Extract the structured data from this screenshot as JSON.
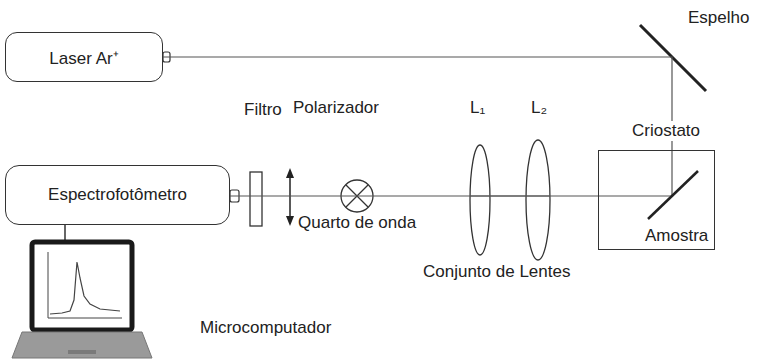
{
  "diagram": {
    "nodes": [
      {
        "text": [
          "Laser Ar⁺"
        ]
      },
      {
        "text": [
          "Espectrofotômetro"
        ]
      },
      {
        "text": [
          "Criostato",
          "Amostra"
        ]
      }
    ],
    "edges": [
      {
        "from": 0,
        "to": 2,
        "arrow": "none"
      },
      {
        "from": 2,
        "to": 1,
        "arrow": "none"
      }
    ],
    "labels": [
      "Espelho",
      "Filtro",
      "Polarizador",
      "Quarto de onda",
      "L₁",
      "L₂",
      "Conjunto de Lentes",
      "Microcomputador"
    ]
  }
}
